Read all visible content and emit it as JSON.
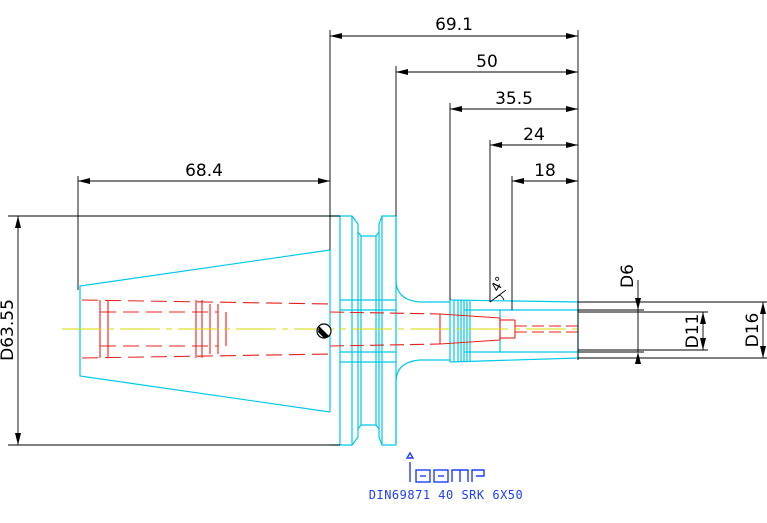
{
  "drawing": {
    "dimensions": {
      "total_length": "69.1",
      "length_50": "50",
      "length_35_5": "35.5",
      "length_24": "24",
      "length_18": "18",
      "taper_length": "68.4",
      "flange_diameter": "D63.55",
      "bore_d6": "D6",
      "bore_d11": "D11",
      "nose_d16": "D16",
      "angle": "4°"
    },
    "caption": "DIN69871 40 SRK 6X50",
    "brand": "ISCAR",
    "colors": {
      "outline": "#00c8e8",
      "hidden": "#e8201c",
      "centerline": "#d8d800",
      "dimension": "#000000",
      "caption": "#1f3dff"
    }
  }
}
